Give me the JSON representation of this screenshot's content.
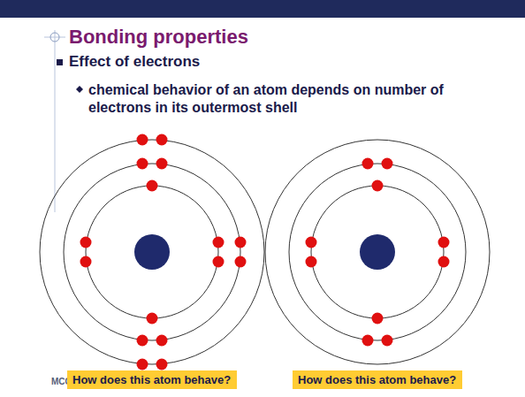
{
  "diagram": {
    "title": "Bonding properties",
    "nodes": [
      {
        "text": [
          "How does this atom behave?"
        ]
      },
      {
        "text": [
          "How does this atom behave?"
        ]
      }
    ],
    "labels": [
      "Effect of electrons",
      "chemical behavior of an atom depends on number of electrons in its outermost shell",
      "MCC"
    ]
  }
}
